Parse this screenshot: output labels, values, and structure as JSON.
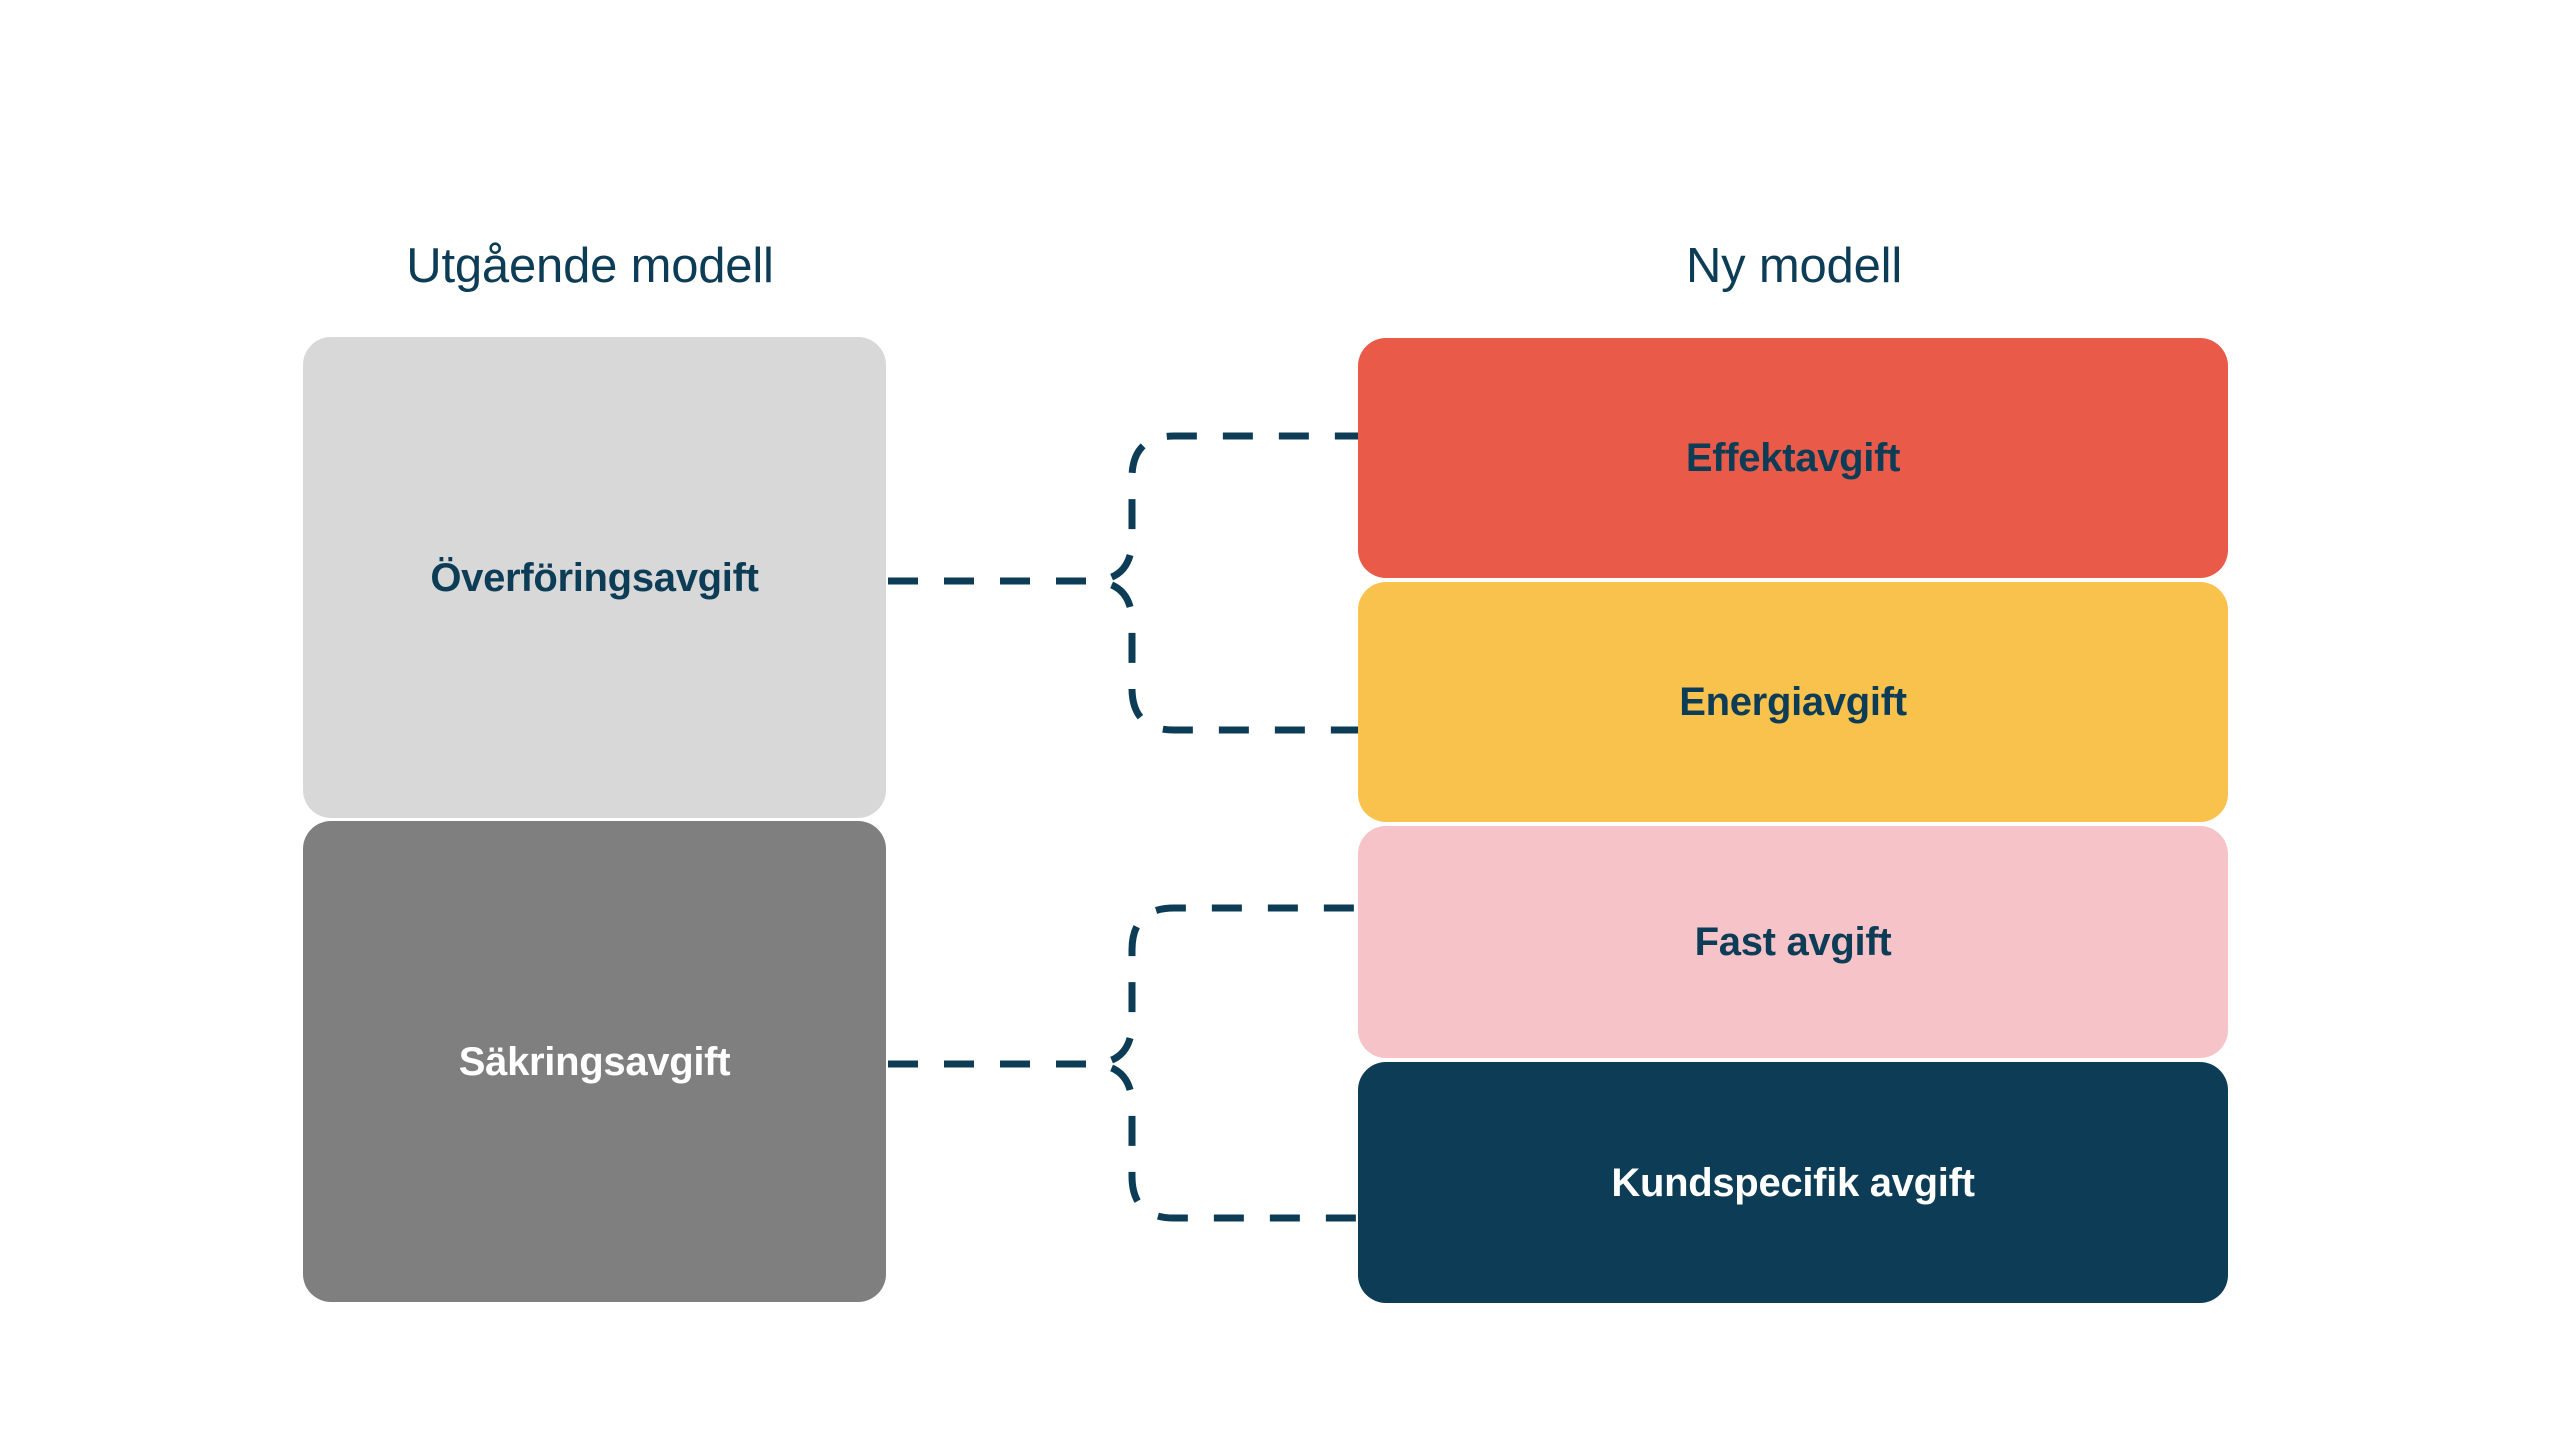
{
  "diagram": {
    "title_left": "Utgående modell",
    "title_right": "Ny modell",
    "background_color": "#ffffff",
    "connector_color": "#0d3d56",
    "old_model": [
      {
        "label": "Överföringsavgift",
        "fill_color": "#d8d8d8",
        "text_color": "#0d3d56"
      },
      {
        "label": "Säkringsavgift",
        "fill_color": "#7f7f7f",
        "text_color": "#ffffff"
      }
    ],
    "new_model": [
      {
        "label": "Effektavgift",
        "fill_color": "#e95a48",
        "text_color": "#0d3d56"
      },
      {
        "label": "Energiavgift",
        "fill_color": "#f9c24d",
        "text_color": "#0d3d56"
      },
      {
        "label": "Fast avgift",
        "fill_color": "#f6c3c8",
        "text_color": "#0d3d56"
      },
      {
        "label": "Kundspecifik avgift",
        "fill_color": "#0d3d56",
        "text_color": "#ffffff"
      }
    ],
    "connections": [
      {
        "from": "Överföringsavgift",
        "to": "Effektavgift",
        "style": "dashed"
      },
      {
        "from": "Överföringsavgift",
        "to": "Energiavgift",
        "style": "dashed"
      },
      {
        "from": "Säkringsavgift",
        "to": "Fast avgift",
        "style": "dashed"
      },
      {
        "from": "Säkringsavgift",
        "to": "Kundspecifik avgift",
        "style": "dashed"
      }
    ]
  }
}
